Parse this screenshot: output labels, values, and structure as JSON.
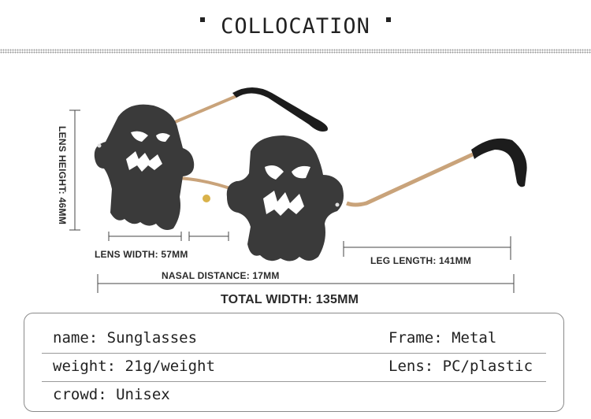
{
  "header": {
    "title": "COLLOCATION"
  },
  "dimensions": {
    "lens_height": "LENS HEIGHT: 46MM",
    "lens_width": "LENS WIDTH: 57MM",
    "leg_length": "LEG LENGTH: 141MM",
    "nasal_distance": "NASAL DISTANCE: 17MM",
    "total_width": "TOTAL WIDTH: 135MM"
  },
  "specs": {
    "name": "name: Sunglasses",
    "frame": "Frame: Metal",
    "weight": "weight: 21g/weight",
    "lens": "Lens: PC/plastic",
    "crowd": "crowd: Unisex"
  },
  "colors": {
    "lens": "#3a3a3a",
    "frame_metal": "#c9a37a",
    "temple_tip": "#1c1c1c",
    "box_border": "#8a8a8a"
  },
  "product": {
    "icon": "ghost-sunglasses-image"
  }
}
